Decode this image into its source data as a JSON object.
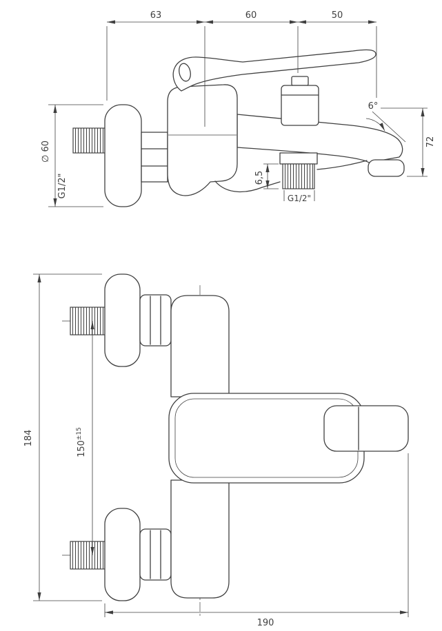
{
  "drawing": {
    "line_color": "#3f3f3f",
    "background": "#ffffff",
    "type": "technical-drawing-bath-mixer"
  },
  "top_view": {
    "horizontal_segments": [
      "63",
      "60",
      "50"
    ],
    "height": "72",
    "angle": "6°",
    "flange_diameter": "∅ 60",
    "inlet_thread": "G1/2\"",
    "outlet_offset": "6,5",
    "outlet_thread": "G1/2\""
  },
  "front_view": {
    "overall_height": "184",
    "connection_spacing": "150",
    "connection_tolerance": "±15",
    "overall_width": "190"
  }
}
